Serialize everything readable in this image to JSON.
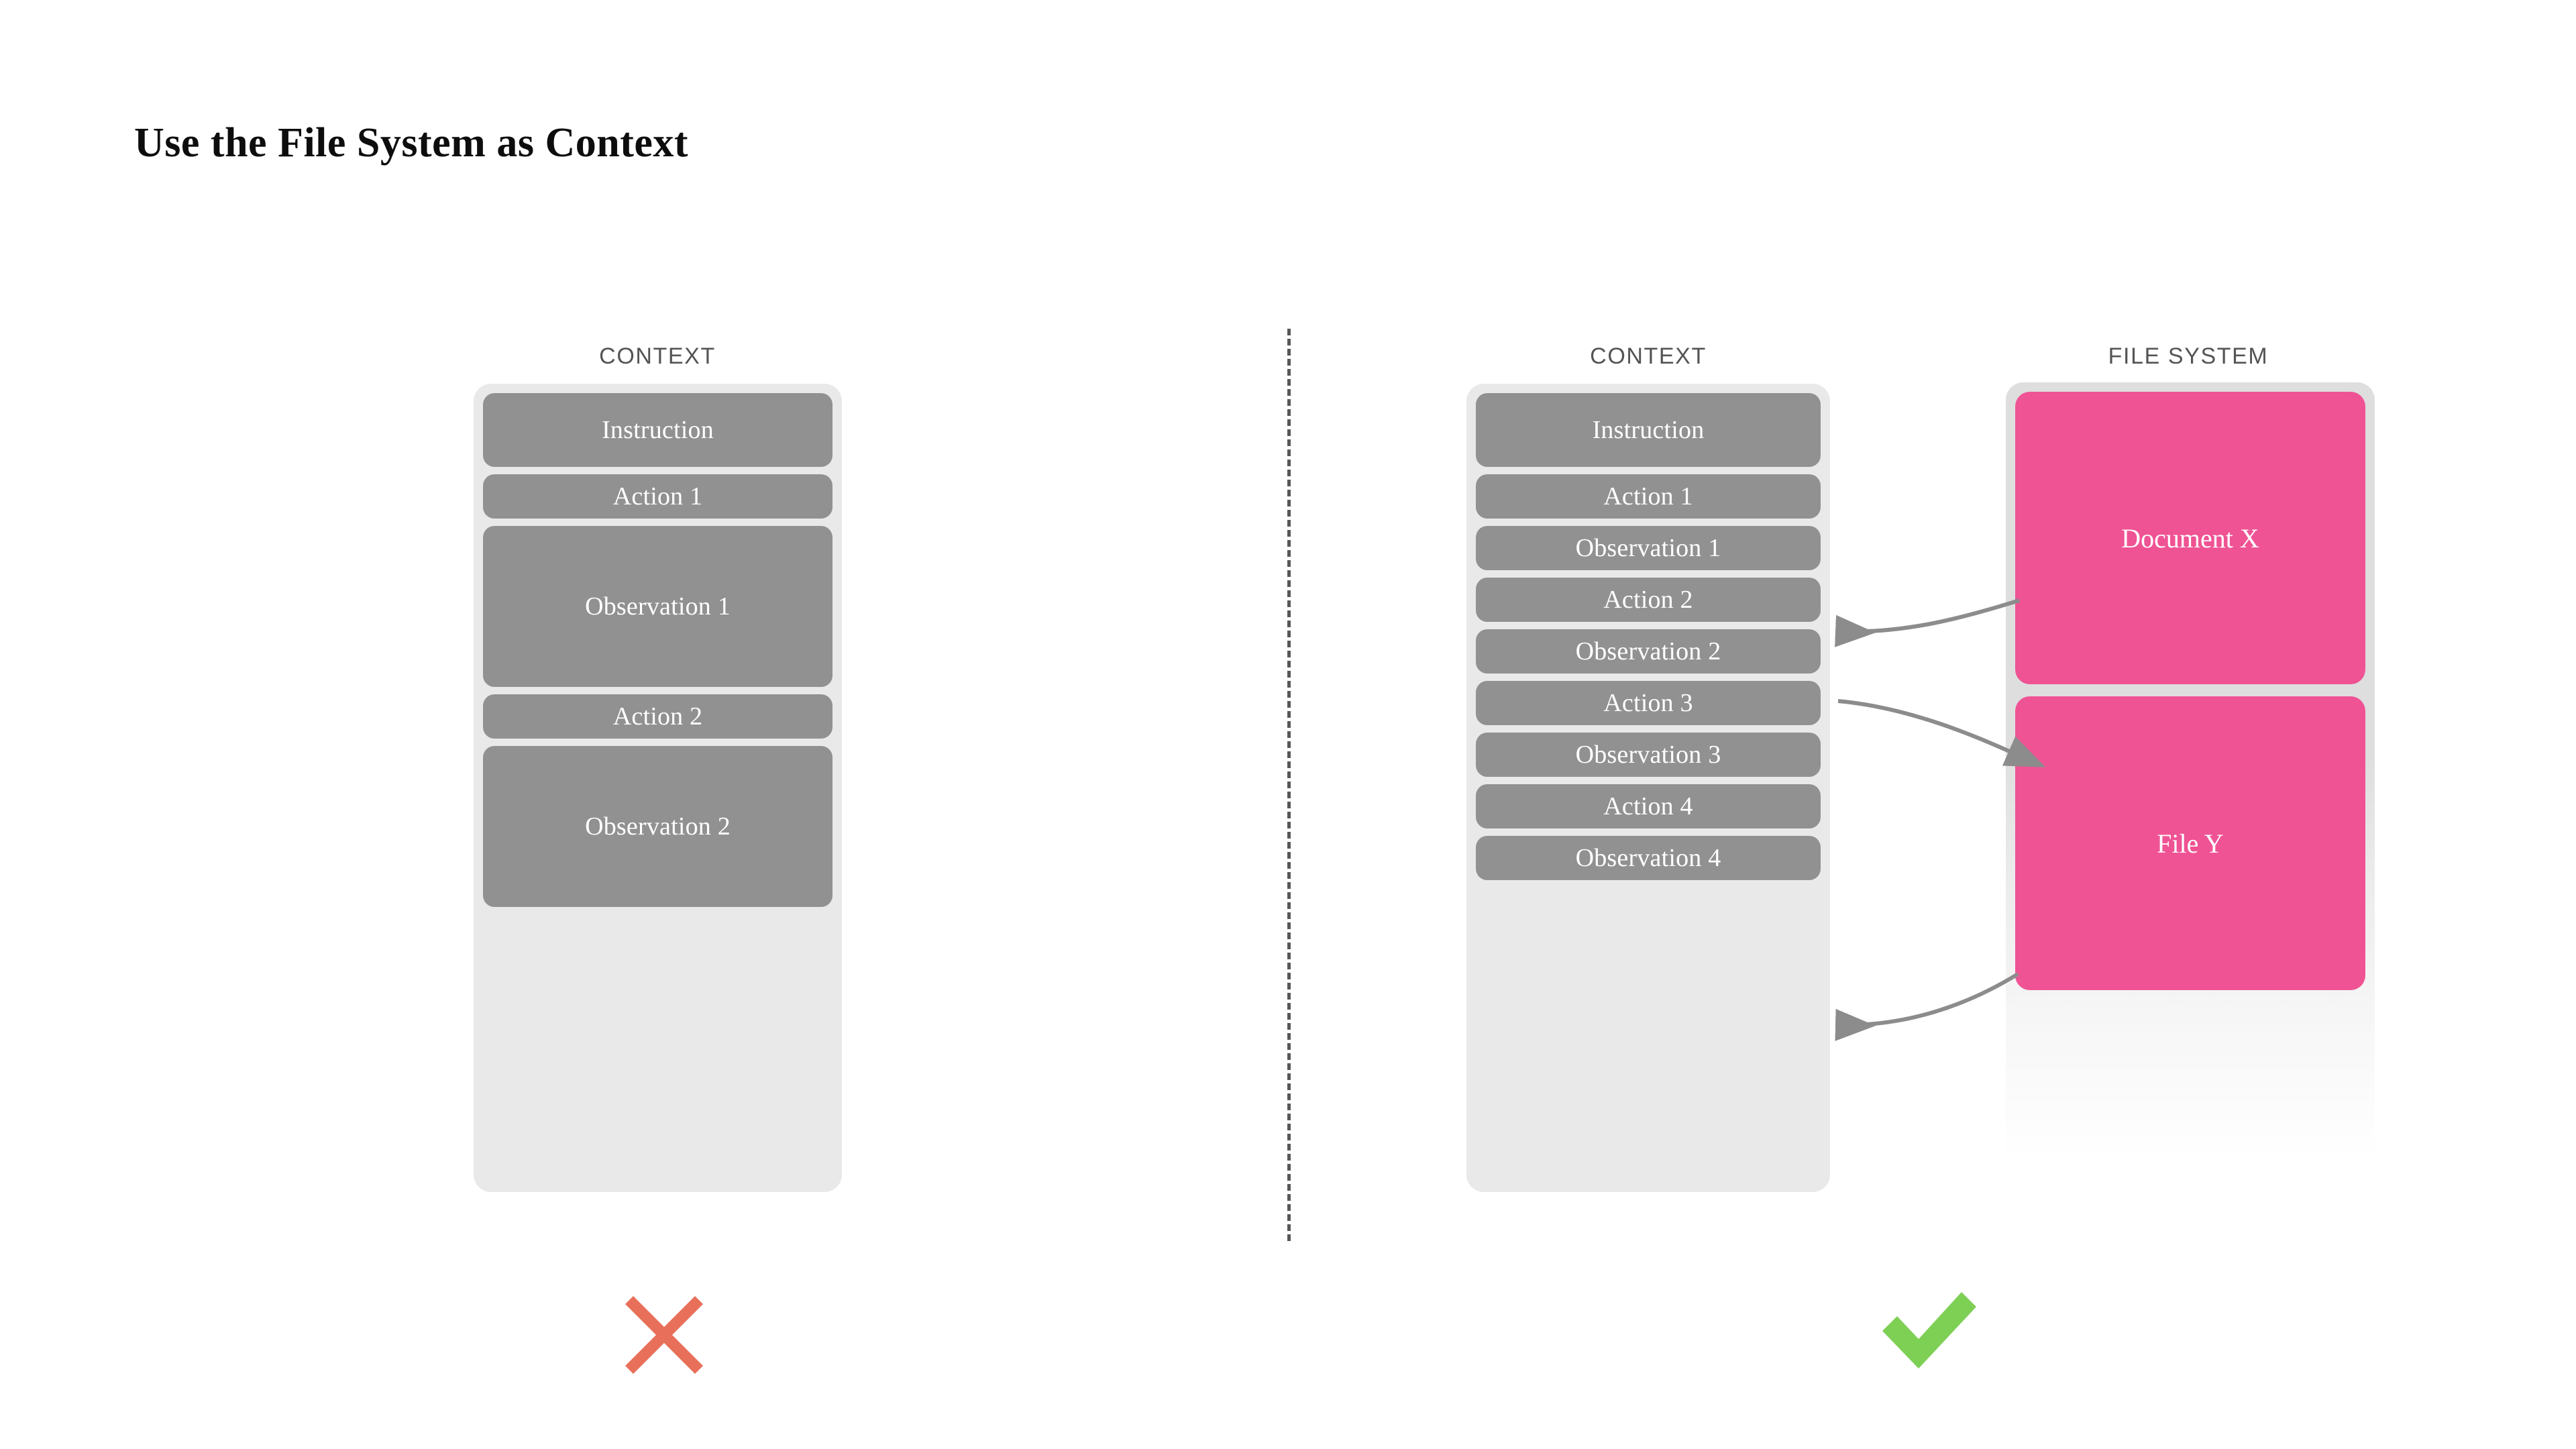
{
  "slide": {
    "title": "Use the File System as Context",
    "background_color": "#ffffff"
  },
  "colors": {
    "block_gray": "#919191",
    "container_gray": "#e9e9e9",
    "file_pink": "#ef5394",
    "label_gray": "#545454",
    "arrow_gray": "#8c8c8c",
    "cross_red": "#e8705a",
    "check_green": "#7ed055",
    "divider_gray": "#575757"
  },
  "left_panel": {
    "label": "CONTEXT",
    "verdict": "cross",
    "blocks": [
      {
        "label": "Instruction",
        "size": "medium"
      },
      {
        "label": "Action 1",
        "size": "small"
      },
      {
        "label": "Observation 1",
        "size": "large"
      },
      {
        "label": "Action 2",
        "size": "small"
      },
      {
        "label": "Observation 2",
        "size": "large"
      }
    ]
  },
  "right_panel": {
    "label": "CONTEXT",
    "verdict": "check",
    "blocks": [
      {
        "label": "Instruction",
        "size": "medium"
      },
      {
        "label": "Action 1",
        "size": "small"
      },
      {
        "label": "Observation 1",
        "size": "small"
      },
      {
        "label": "Action 2",
        "size": "small"
      },
      {
        "label": "Observation 2",
        "size": "small"
      },
      {
        "label": "Action 3",
        "size": "small"
      },
      {
        "label": "Observation 3",
        "size": "small"
      },
      {
        "label": "Action 4",
        "size": "small"
      },
      {
        "label": "Observation 4",
        "size": "small"
      }
    ]
  },
  "file_system": {
    "label": "FILE SYSTEM",
    "files": [
      {
        "label": "Document X"
      },
      {
        "label": "File Y"
      }
    ]
  },
  "connections": [
    {
      "from": "Document X",
      "to": "Observation 1",
      "direction": "left"
    },
    {
      "from": "Action 2",
      "to": "File Y",
      "direction": "right"
    },
    {
      "from": "File Y",
      "to": "Action 4",
      "direction": "left"
    }
  ],
  "verdicts": {
    "cross_symbol": "✕",
    "check_symbol": "✓"
  }
}
